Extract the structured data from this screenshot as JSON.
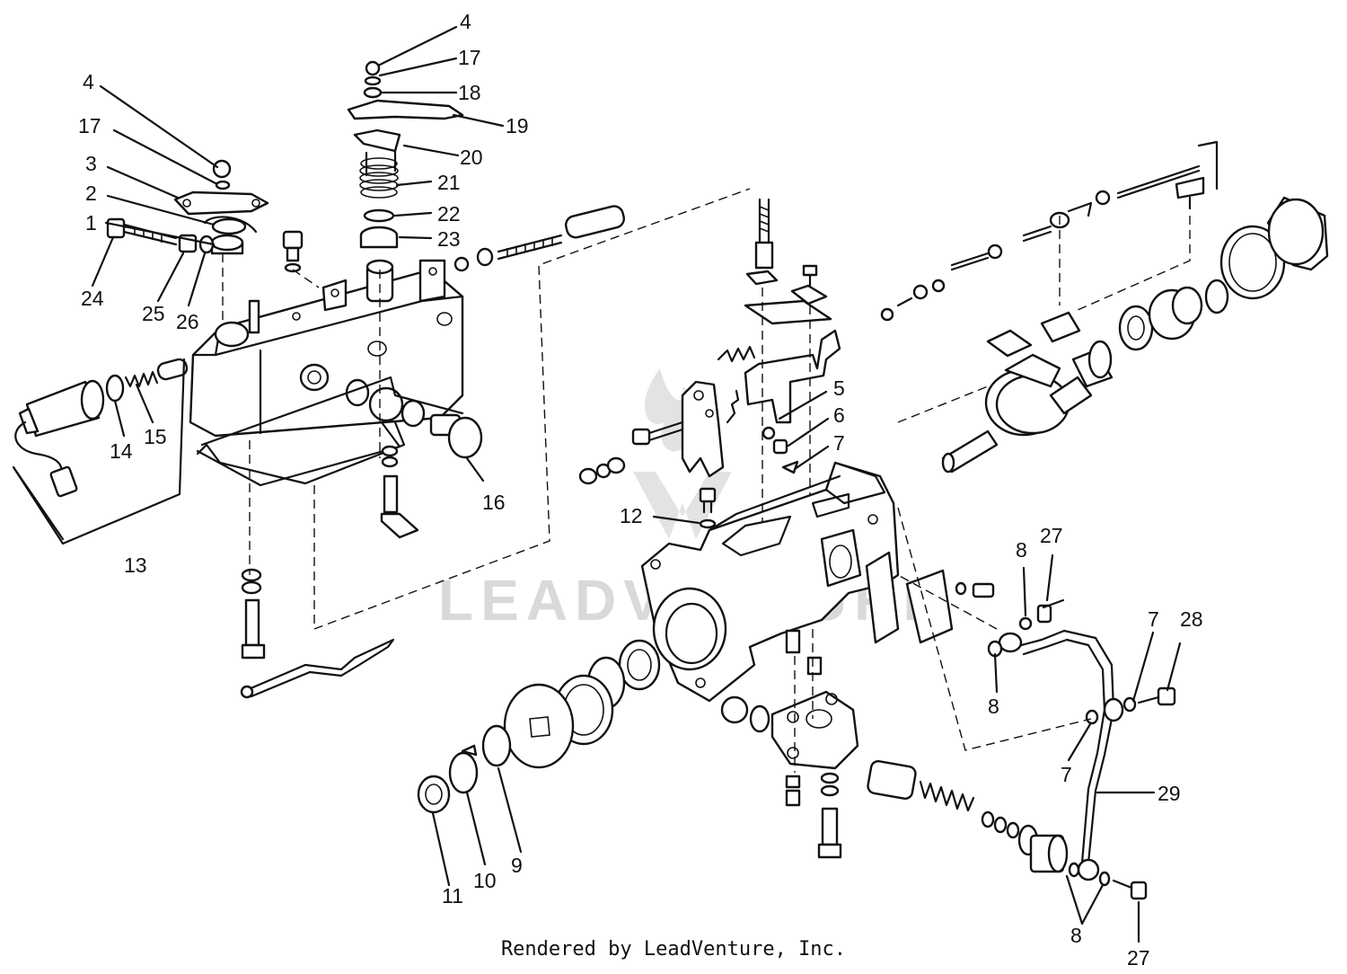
{
  "watermark": "LEADVENTURE",
  "footer": "Rendered by LeadVenture, Inc.",
  "callouts": [
    {
      "id": "c4a",
      "text": "4"
    },
    {
      "id": "c17a",
      "text": "17"
    },
    {
      "id": "c18",
      "text": "18"
    },
    {
      "id": "c19",
      "text": "19"
    },
    {
      "id": "c20",
      "text": "20"
    },
    {
      "id": "c21",
      "text": "21"
    },
    {
      "id": "c22",
      "text": "22"
    },
    {
      "id": "c23",
      "text": "23"
    },
    {
      "id": "c4b",
      "text": "4"
    },
    {
      "id": "c17b",
      "text": "17"
    },
    {
      "id": "c3",
      "text": "3"
    },
    {
      "id": "c2",
      "text": "2"
    },
    {
      "id": "c1",
      "text": "1"
    },
    {
      "id": "c24",
      "text": "24"
    },
    {
      "id": "c25",
      "text": "25"
    },
    {
      "id": "c26",
      "text": "26"
    },
    {
      "id": "c14",
      "text": "14"
    },
    {
      "id": "c15",
      "text": "15"
    },
    {
      "id": "c13",
      "text": "13"
    },
    {
      "id": "c16",
      "text": "16"
    },
    {
      "id": "c5",
      "text": "5"
    },
    {
      "id": "c6",
      "text": "6"
    },
    {
      "id": "c7a",
      "text": "7"
    },
    {
      "id": "c12",
      "text": "12"
    },
    {
      "id": "c8a",
      "text": "8"
    },
    {
      "id": "c27a",
      "text": "27"
    },
    {
      "id": "c7b",
      "text": "7"
    },
    {
      "id": "c28",
      "text": "28"
    },
    {
      "id": "c8b",
      "text": "8"
    },
    {
      "id": "c7c",
      "text": "7"
    },
    {
      "id": "c29",
      "text": "29"
    },
    {
      "id": "c9",
      "text": "9"
    },
    {
      "id": "c10",
      "text": "10"
    },
    {
      "id": "c11",
      "text": "11"
    },
    {
      "id": "c8c",
      "text": "8"
    },
    {
      "id": "c27b",
      "text": "27"
    }
  ]
}
